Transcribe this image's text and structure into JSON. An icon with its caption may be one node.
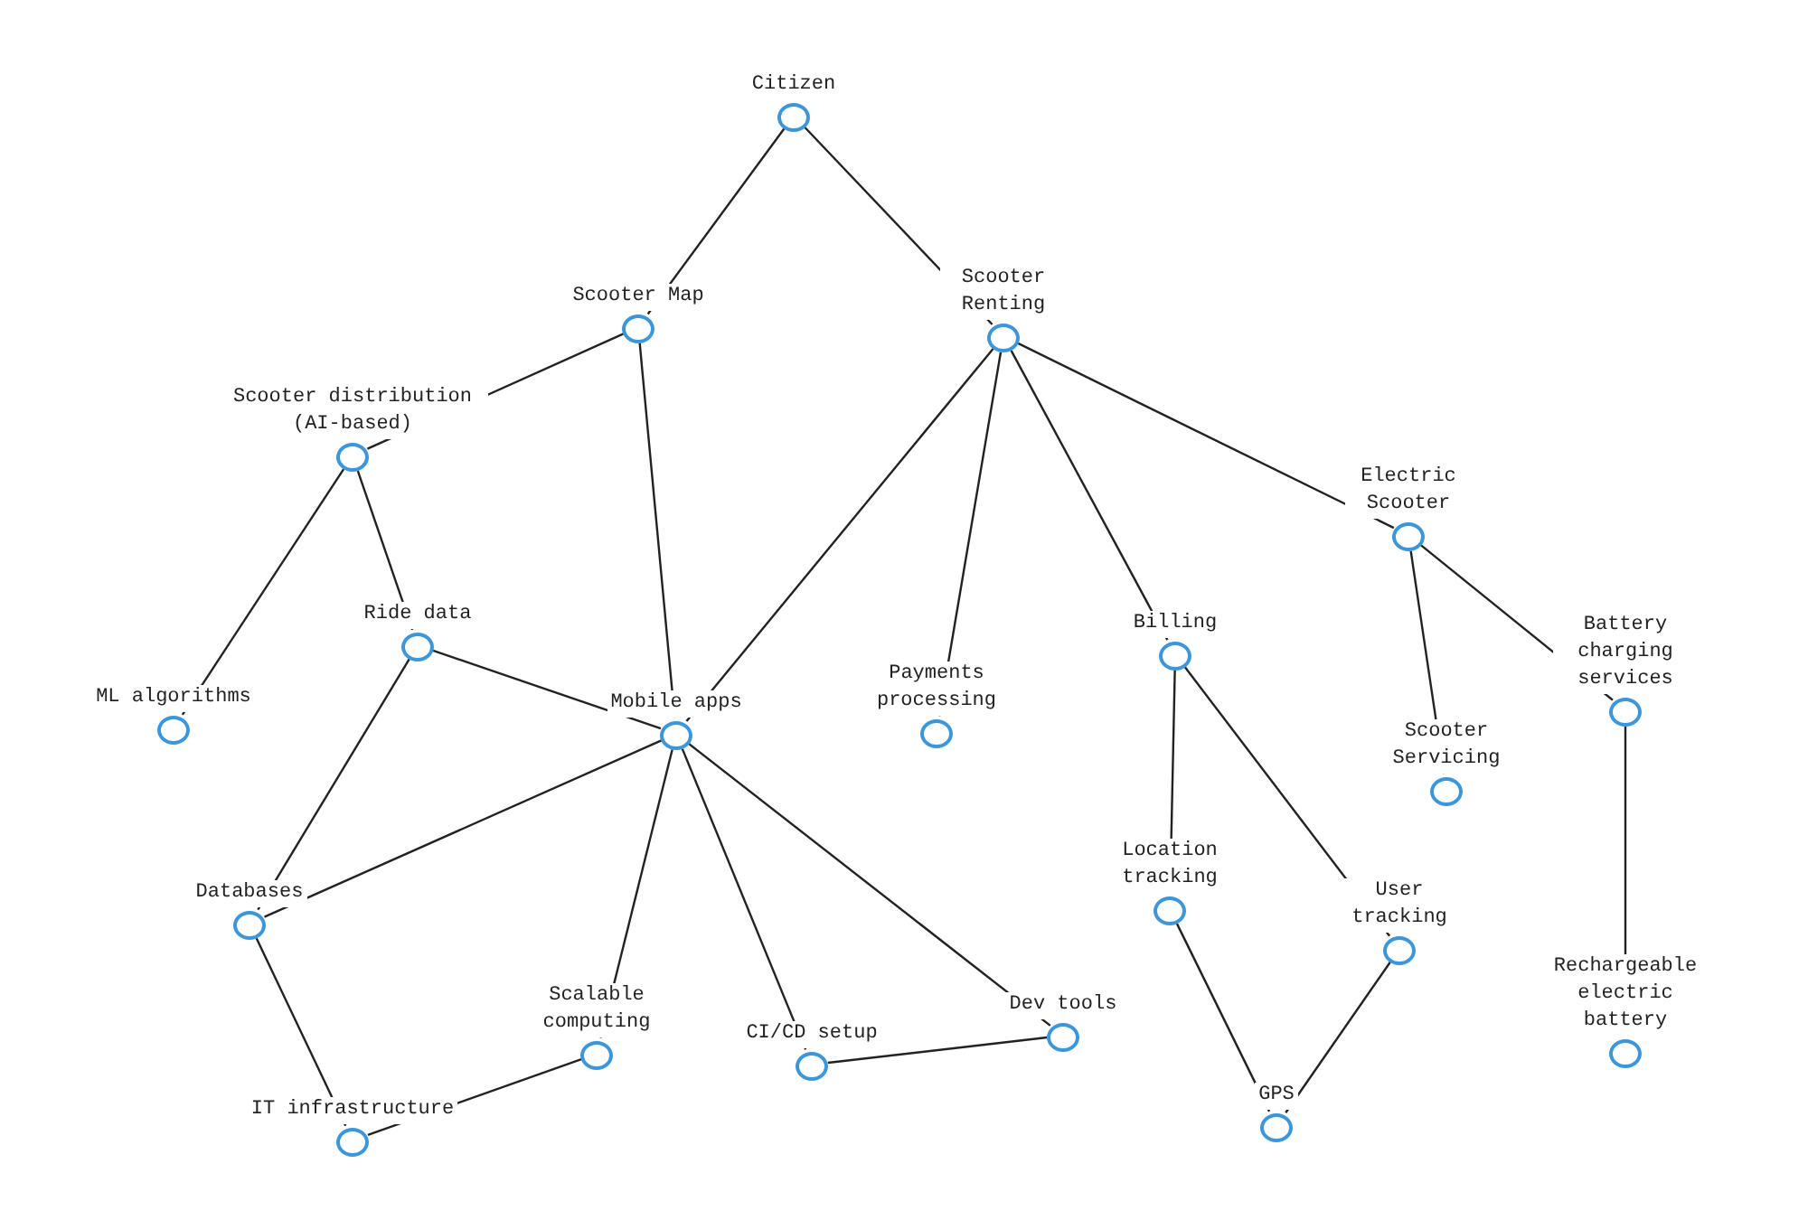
{
  "diagram": {
    "nodes": [
      {
        "text": [
          "Citizen"
        ]
      },
      {
        "text": [
          "Scooter Map"
        ]
      },
      {
        "text": [
          "Scooter Renting"
        ]
      },
      {
        "text": [
          "Scooter distribution (AI-based)"
        ]
      },
      {
        "text": [
          "Electric Scooter"
        ]
      },
      {
        "text": [
          "Ride data"
        ]
      },
      {
        "text": [
          "Billing"
        ]
      },
      {
        "text": [
          "ML algorithms"
        ]
      },
      {
        "text": [
          "Mobile apps"
        ]
      },
      {
        "text": [
          "Payments processing"
        ]
      },
      {
        "text": [
          "Battery charging services"
        ]
      },
      {
        "text": [
          "Scooter Servicing"
        ]
      },
      {
        "text": [
          "Location tracking"
        ]
      },
      {
        "text": [
          "Databases"
        ]
      },
      {
        "text": [
          "User tracking"
        ]
      },
      {
        "text": [
          "Scalable computing"
        ]
      },
      {
        "text": [
          "CI/CD setup"
        ]
      },
      {
        "text": [
          "Dev tools"
        ]
      },
      {
        "text": [
          "Rechargeable electric battery"
        ]
      },
      {
        "text": [
          "IT infrastructure"
        ]
      },
      {
        "text": [
          "GPS"
        ]
      }
    ],
    "edges": [
      {
        "from": 0,
        "to": 1,
        "arrow": "none"
      },
      {
        "from": 0,
        "to": 2,
        "arrow": "none"
      },
      {
        "from": 1,
        "to": 3,
        "arrow": "none"
      },
      {
        "from": 1,
        "to": 8,
        "arrow": "none"
      },
      {
        "from": 2,
        "to": 8,
        "arrow": "none"
      },
      {
        "from": 2,
        "to": 9,
        "arrow": "none"
      },
      {
        "from": 2,
        "to": 6,
        "arrow": "none"
      },
      {
        "from": 2,
        "to": 4,
        "arrow": "none"
      },
      {
        "from": 3,
        "to": 7,
        "arrow": "none"
      },
      {
        "from": 3,
        "to": 5,
        "arrow": "none"
      },
      {
        "from": 5,
        "to": 8,
        "arrow": "none"
      },
      {
        "from": 5,
        "to": 13,
        "arrow": "none"
      },
      {
        "from": 8,
        "to": 13,
        "arrow": "none"
      },
      {
        "from": 8,
        "to": 15,
        "arrow": "none"
      },
      {
        "from": 8,
        "to": 16,
        "arrow": "none"
      },
      {
        "from": 8,
        "to": 17,
        "arrow": "none"
      },
      {
        "from": 16,
        "to": 17,
        "arrow": "none"
      },
      {
        "from": 13,
        "to": 19,
        "arrow": "none"
      },
      {
        "from": 19,
        "to": 15,
        "arrow": "none"
      },
      {
        "from": 6,
        "to": 12,
        "arrow": "none"
      },
      {
        "from": 6,
        "to": 14,
        "arrow": "none"
      },
      {
        "from": 12,
        "to": 20,
        "arrow": "none"
      },
      {
        "from": 14,
        "to": 20,
        "arrow": "none"
      },
      {
        "from": 4,
        "to": 11,
        "arrow": "none"
      },
      {
        "from": 4,
        "to": 10,
        "arrow": "none"
      },
      {
        "from": 10,
        "to": 18,
        "arrow": "none"
      }
    ]
  }
}
